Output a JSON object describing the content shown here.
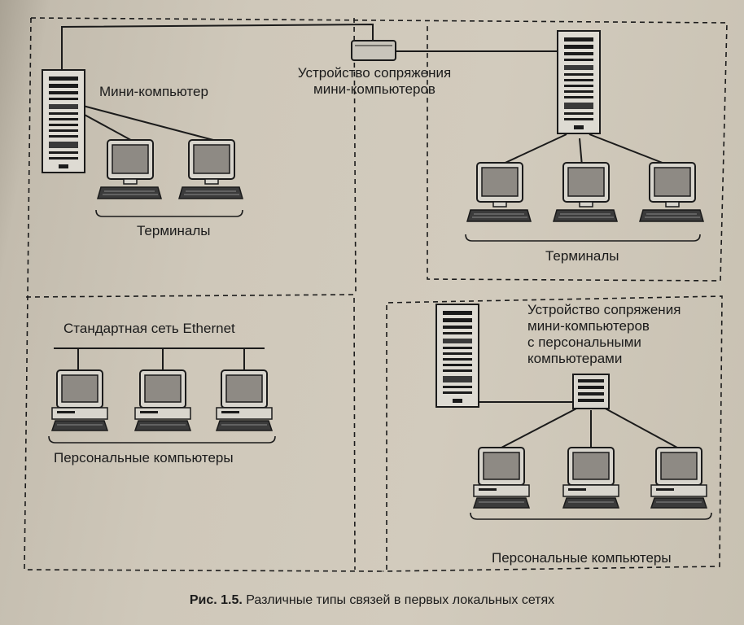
{
  "labels": {
    "minicomputer": "Мини-компьютер",
    "coupler_minis_line1": "Устройство сопряжения",
    "coupler_minis_line2": "мини-компьютеров",
    "terminals_left": "Терминалы",
    "terminals_right": "Терминалы",
    "ethernet": "Стандартная сеть Ethernet",
    "pcs_left": "Персональные компьютеры",
    "coupler_pcs_line1": "Устройство сопряжения",
    "coupler_pcs_line2": "мини-компьютеров",
    "coupler_pcs_line3": "с персональными",
    "coupler_pcs_line4": "компьютерами",
    "pcs_right": "Персональные компьютеры"
  },
  "caption": {
    "prefix": "Рис. 1.5.",
    "text": " Различные типы связей в первых локальных сетях"
  },
  "colors": {
    "ink": "#1b1b1b",
    "screen": "#8e8a84",
    "device": "#d8d5cd"
  }
}
